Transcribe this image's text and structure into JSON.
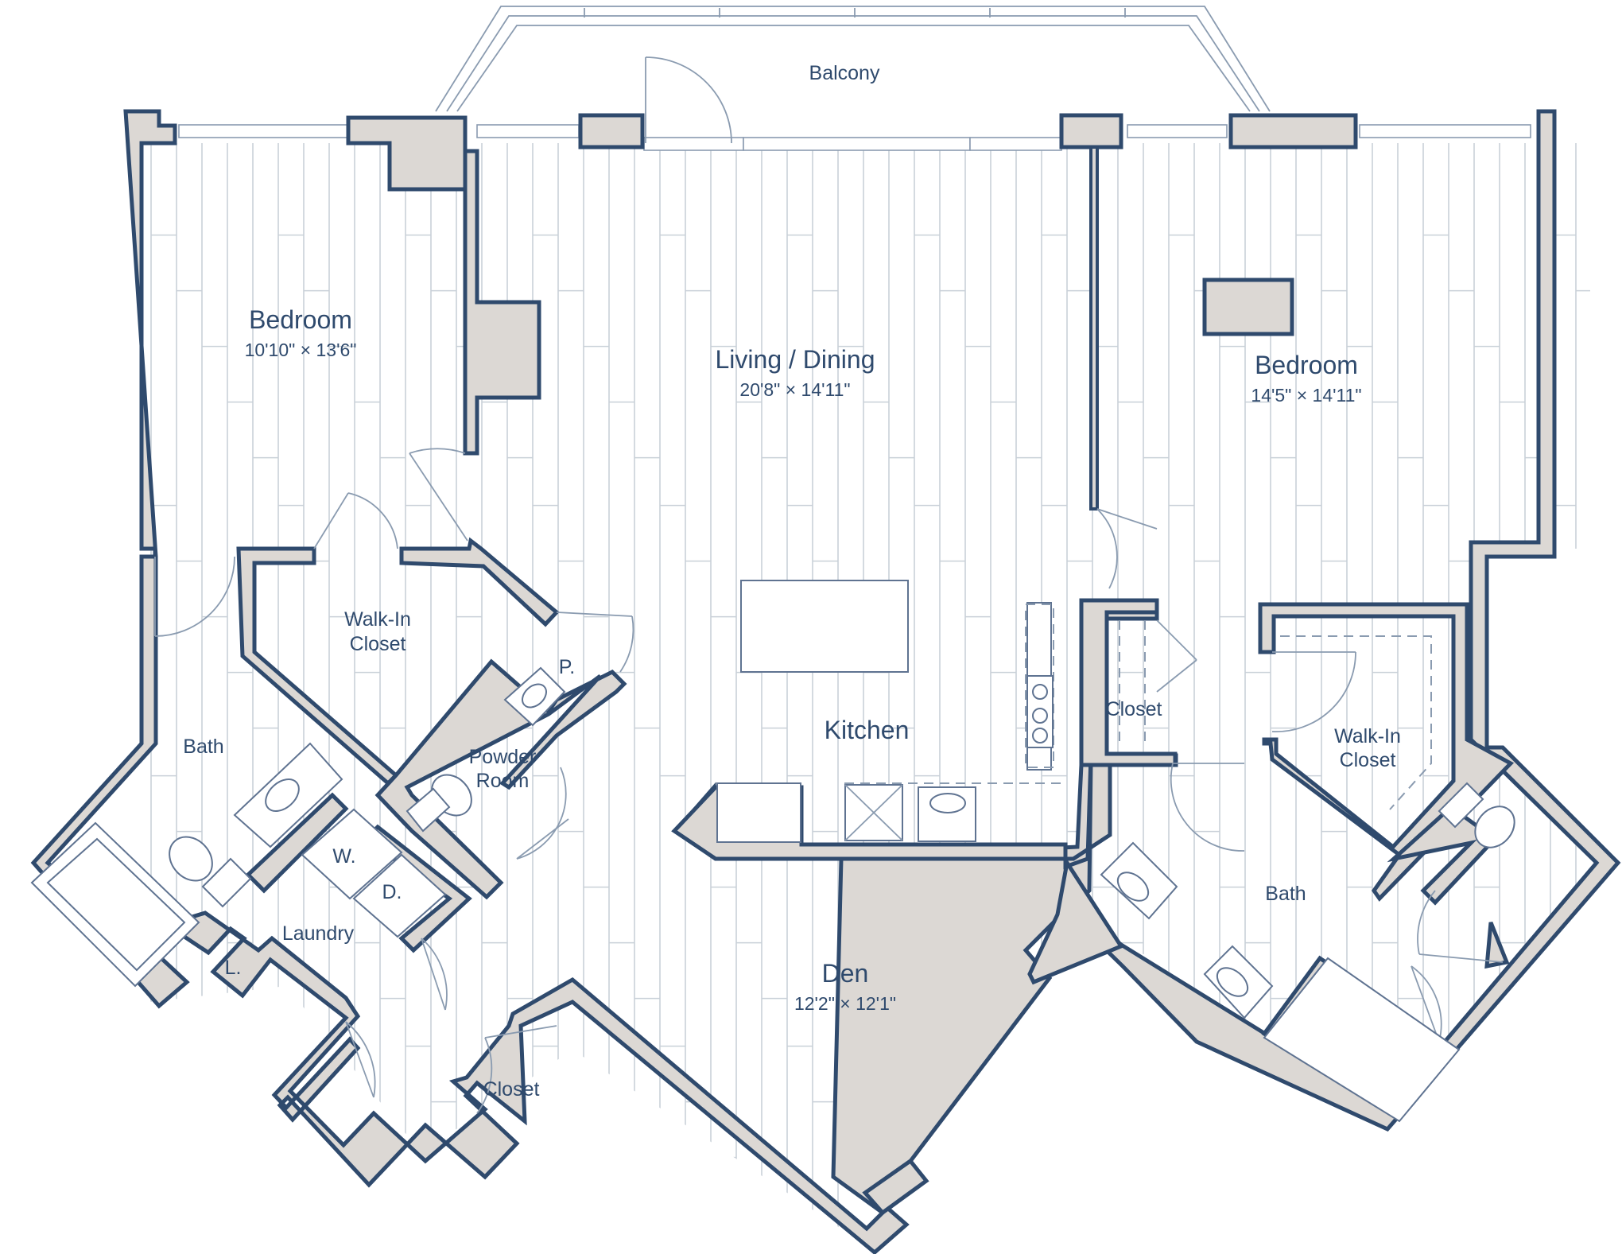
{
  "floorplan": {
    "rooms": {
      "balcony": {
        "label": "Balcony"
      },
      "bedroom_left": {
        "label": "Bedroom",
        "dims": "10'10\" × 13'6\""
      },
      "living_dining": {
        "label": "Living / Dining",
        "dims": "20'8\" × 14'11\""
      },
      "bedroom_right": {
        "label": "Bedroom",
        "dims": "14'5\" × 14'11\""
      },
      "walkin_left": {
        "label_line1": "Walk-In",
        "label_line2": "Closet"
      },
      "pantry": {
        "label": "P."
      },
      "powder": {
        "label_line1": "Powder",
        "label_line2": "Room"
      },
      "kitchen": {
        "label": "Kitchen"
      },
      "closet_right": {
        "label": "Closet"
      },
      "walkin_right": {
        "label_line1": "Walk-In",
        "label_line2": "Closet"
      },
      "bath_left": {
        "label": "Bath"
      },
      "washer": {
        "label": "W."
      },
      "dryer": {
        "label": "D."
      },
      "laundry": {
        "label": "Laundry"
      },
      "linen": {
        "label": "L."
      },
      "den": {
        "label": "Den",
        "dims": "12'2\" × 12'1\""
      },
      "closet_bottom": {
        "label": "Closet"
      },
      "bath_right": {
        "label": "Bath"
      }
    },
    "colors": {
      "wall_stroke": "#2f4a6d",
      "wall_fill": "#dcd8d4",
      "floor_line": "#c9d0d8",
      "text": "#2f4a6d"
    }
  }
}
